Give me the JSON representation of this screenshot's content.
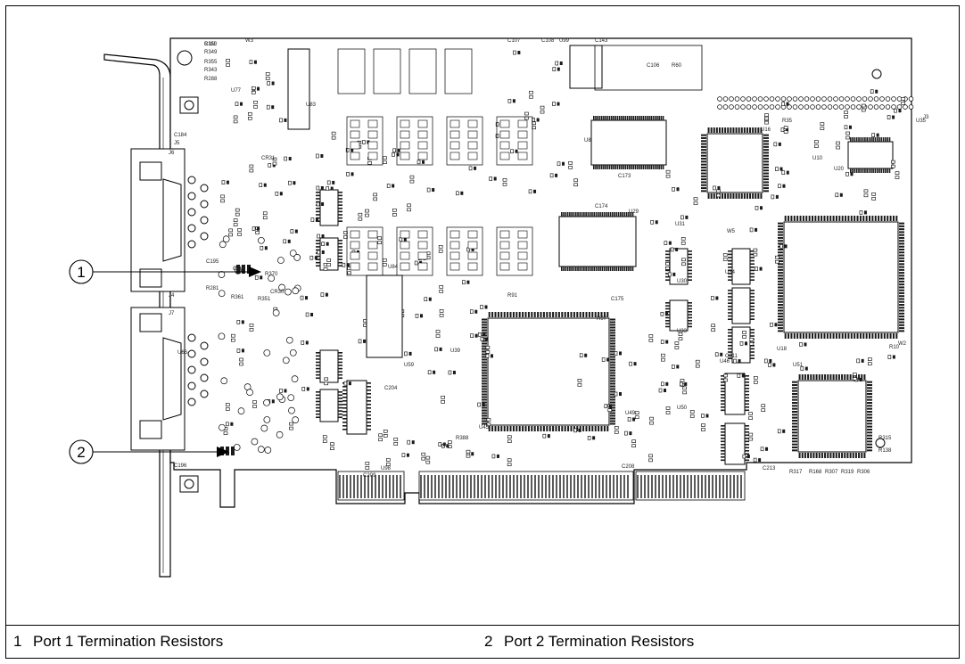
{
  "callouts": [
    {
      "number": "1",
      "label": "Port 1 Termination Resistors"
    },
    {
      "number": "2",
      "label": "Port 2 Termination Resistors"
    }
  ],
  "silkscreen": {
    "connectors": [
      "J6",
      "J7",
      "J4",
      "J5",
      "J3"
    ],
    "large_chips": [
      "U45",
      "U84",
      "U29",
      "U51",
      "U16",
      "U20",
      "U8"
    ],
    "small_labels": [
      "R350",
      "R349",
      "R355",
      "R343",
      "R288",
      "W3",
      "C184",
      "C196",
      "C208",
      "C213",
      "R317",
      "R168",
      "R307",
      "R319",
      "R306",
      "R138",
      "R315",
      "W2",
      "R10",
      "C175",
      "C173",
      "C174",
      "R91",
      "R97",
      "U49",
      "U50",
      "U46",
      "U30",
      "U33",
      "U34",
      "U31",
      "W5",
      "U35",
      "R35",
      "U10",
      "U18",
      "C211",
      "U39",
      "R388",
      "C209",
      "U98",
      "C204",
      "U59",
      "U66",
      "R281",
      "C195",
      "C187",
      "R361",
      "R351",
      "R370",
      "CR30",
      "CR31",
      "U77",
      "U83",
      "U99",
      "C143",
      "C106",
      "R60",
      "C107",
      "C108",
      "C111"
    ]
  },
  "colors": {
    "line": "#000000",
    "chip": "#1a1a1a",
    "board": "#ffffff"
  }
}
